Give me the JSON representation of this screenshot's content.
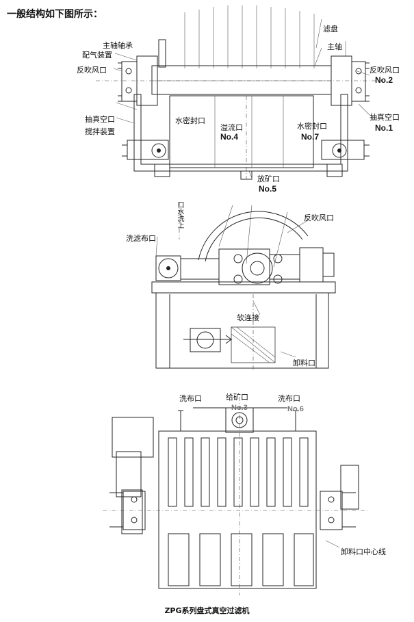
{
  "heading": "一般结构如下图所示：",
  "front_view": {
    "labels": {
      "main_bearing": "主轴轴承",
      "air_distributor": "配气装置",
      "backblow_left": "反吹风口",
      "vacuum_left": "抽真空口",
      "agitator": "搅拌装置",
      "filter_disc": "滤盘",
      "main_shaft": "主轴",
      "backblow_right": "反吹风口",
      "no2": "No.2",
      "vacuum_right": "抽真空口",
      "no1": "No.1",
      "water_seal_left": "水密封口",
      "overflow": "溢流口",
      "no4": "No.4",
      "water_seal_right": "水密封口",
      "no7": "No.7",
      "discharge_ore": "放矿口",
      "no5": "No.5"
    }
  },
  "side_view": {
    "labels": {
      "wash_top": "口水洗上",
      "wash_cloth": "洗滤布口",
      "backblow": "反吹风口",
      "soft_connect": "软连接",
      "unload": "卸料口"
    }
  },
  "top_view": {
    "labels": {
      "wash_left": "洗布口",
      "feed": "给矿口",
      "no3": "No.3",
      "wash_right": "洗布口",
      "no6": "No.6",
      "unload_center": "卸料口中心线"
    }
  },
  "caption": "ZPG系列盘式真空过滤机"
}
